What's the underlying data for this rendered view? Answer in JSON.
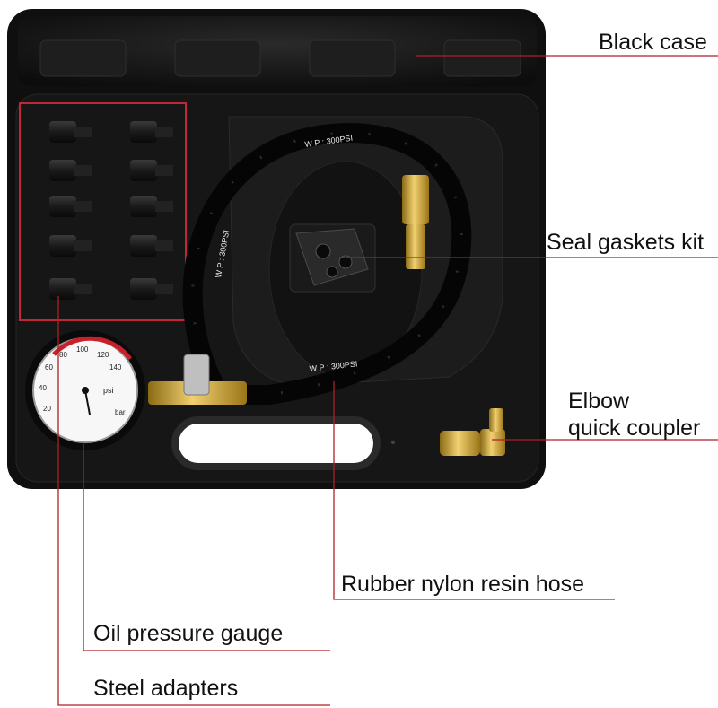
{
  "labels": {
    "black_case": "Black case",
    "seal_gaskets": "Seal gaskets kit",
    "elbow_line1": "Elbow",
    "elbow_line2": "quick coupler",
    "hose": "Rubber nylon resin hose",
    "gauge": "Oil pressure gauge",
    "adapters": "Steel adapters"
  },
  "hose_print": "W P : 300PSI",
  "gauge_unit": "psi",
  "gauge_unit_bar": "bar",
  "gauge_ticks_outer": [
    "20",
    "40",
    "60",
    "80",
    "100",
    "120",
    "140"
  ],
  "colors": {
    "leader_line": "#b01e2a",
    "highlight_box": "#c0283a",
    "case": "#131313",
    "brass": "#c8a030"
  }
}
